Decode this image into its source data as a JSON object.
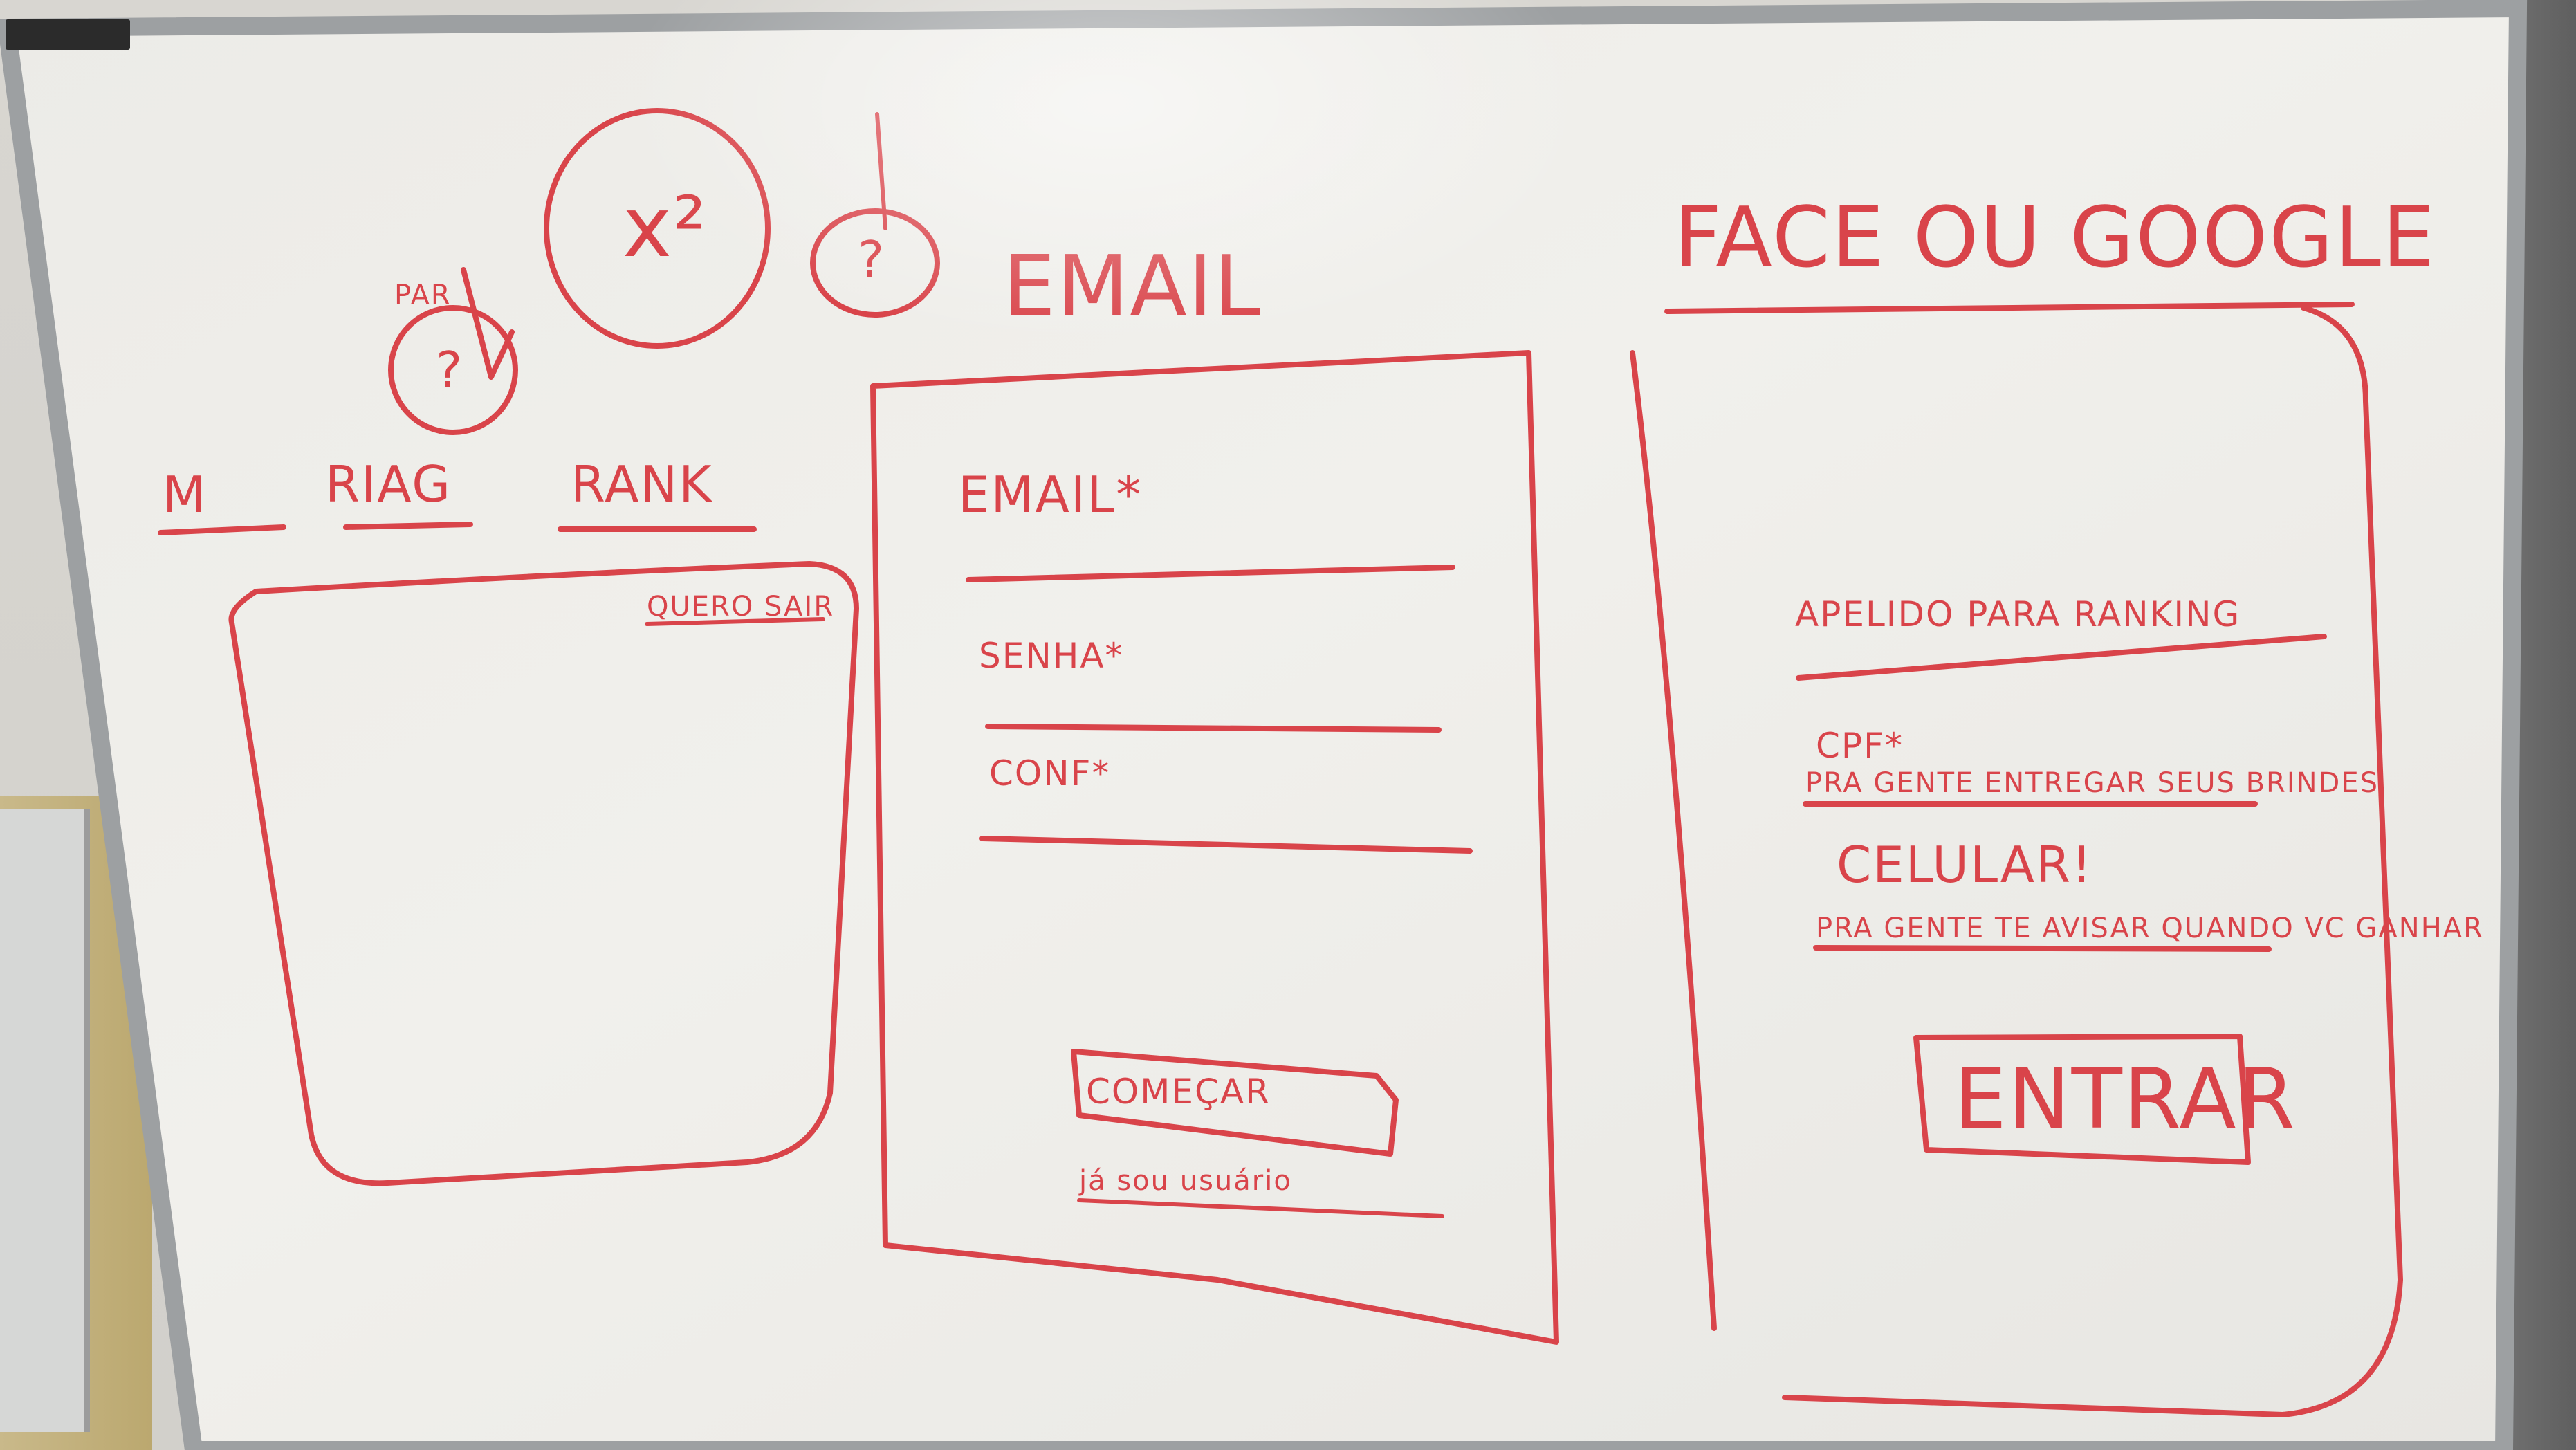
{
  "board": {
    "sticker_text": "",
    "top_left": {
      "doodle_a": "?",
      "doodle_b": "x²",
      "doodle_c": "?",
      "note": "PAR"
    },
    "screen1": {
      "tabs": [
        "M",
        "RIAG",
        "RANK"
      ],
      "link": "QUERO SAIR"
    },
    "screen2": {
      "heading": "EMAIL",
      "fields": [
        {
          "label": "EMAIL*"
        },
        {
          "label": "SENHA*"
        },
        {
          "label": "CONF*"
        }
      ],
      "button": "COMEÇAR",
      "link": "já sou usuário"
    },
    "screen3": {
      "heading": "FACE OU GOOGLE",
      "fields": [
        {
          "label": "APELIDO PARA RANKING",
          "hint": ""
        },
        {
          "label": "CPF*",
          "hint": "PRA GENTE ENTREGAR SEUS BRINDES"
        },
        {
          "label": "CELULAR!",
          "hint": "PRA GENTE TE AVISAR QUANDO VC GANHAR"
        }
      ],
      "button": "ENTRAR"
    }
  },
  "colors": {
    "ink": "#d9444a",
    "board": "#f2f1ee",
    "frame": "#9da0a2"
  }
}
